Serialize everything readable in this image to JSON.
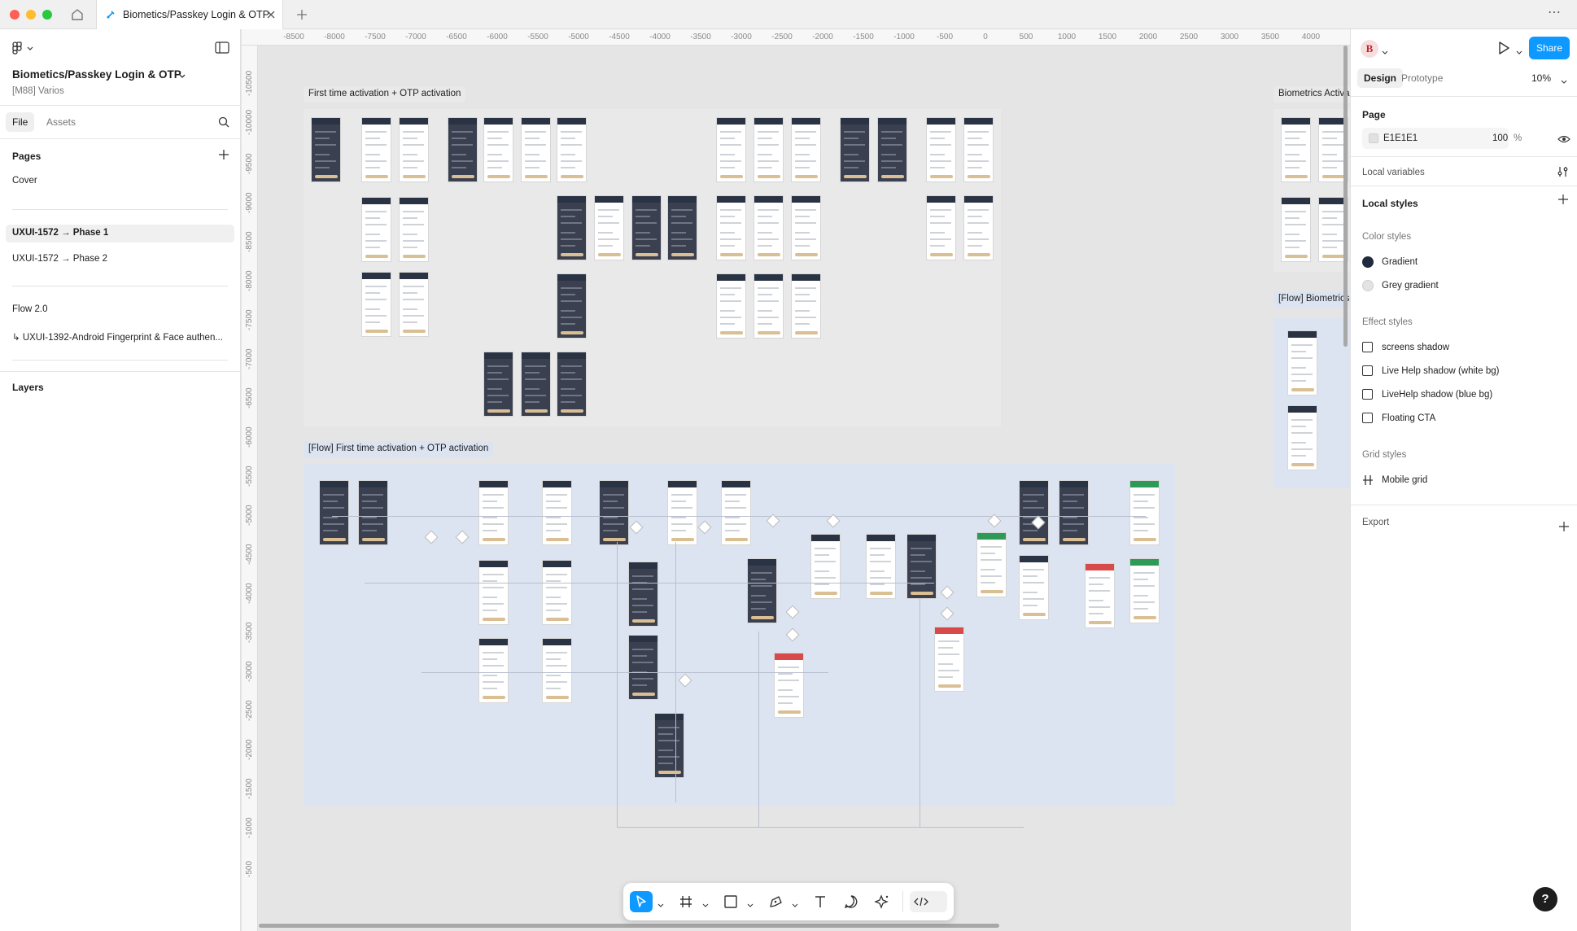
{
  "window": {
    "tab_title": "Biometics/Passkey Login & OTP",
    "more_menu": "⋯"
  },
  "left_panel": {
    "file_name": "Biometics/Passkey Login & OTP",
    "team": "[M88] Varios",
    "tabs": [
      "File",
      "Assets"
    ],
    "pages_title": "Pages",
    "pages": [
      "Cover",
      "UXUI-1572 → Phase 1",
      "UXUI-1572 → Phase 2",
      "Flow 2.0",
      "↳ UXUI-1392-Android Fingerprint & Face authen..."
    ],
    "layers_title": "Layers"
  },
  "ruler": {
    "top": [
      "-8500",
      "-8000",
      "-7500",
      "-7000",
      "-6500",
      "-6000",
      "-5500",
      "-5000",
      "-4500",
      "-4000",
      "-3500",
      "-3000",
      "-2500",
      "-2000",
      "-1500",
      "-1000",
      "-500",
      "0",
      "500",
      "1000",
      "1500",
      "2000",
      "2500",
      "3000",
      "3500",
      "4000"
    ],
    "left": [
      "-10500",
      "-10000",
      "-9500",
      "-9000",
      "-8500",
      "-8000",
      "-7500",
      "-7000",
      "-6500",
      "-6000",
      "-5500",
      "-5000",
      "-4500",
      "-4000",
      "-3500",
      "-3000",
      "-2500",
      "-2000",
      "-1500",
      "-1000",
      "-500"
    ]
  },
  "canvas": {
    "section_1": "First time activation + OTP activation",
    "section_2": "[Flow] First time activation + OTP activation",
    "section_3": "Biometrics Activa",
    "section_4": "[Flow] Biometrics",
    "colors": {
      "section_bg": "#E9E9E9",
      "flow_bg": "#DCE4F2",
      "screen_header": "#2A3344",
      "cta": "#D9BF93"
    }
  },
  "toolbar": {
    "tools": [
      "move",
      "frame",
      "rectangle",
      "pen",
      "text",
      "comment",
      "actions",
      "dev-mode"
    ]
  },
  "right_panel": {
    "avatar_letter": "B",
    "share_label": "Share",
    "tabs": [
      "Design",
      "Prototype"
    ],
    "zoom": "10%",
    "page_title": "Page",
    "page_color": "E1E1E1",
    "page_opacity": "100",
    "page_opacity_unit": "%",
    "local_variables": "Local variables",
    "local_styles": "Local styles",
    "color_styles_title": "Color styles",
    "color_styles": [
      {
        "name": "Gradient",
        "color": "#1F2A3C"
      },
      {
        "name": "Grey gradient",
        "color": "#E3E3E3"
      }
    ],
    "effect_styles_title": "Effect styles",
    "effect_styles": [
      "screens shadow",
      "Live Help shadow (white bg)",
      "LiveHelp shadow (blue bg)",
      "Floating CTA"
    ],
    "grid_styles_title": "Grid styles",
    "grid_styles": [
      "Mobile grid"
    ],
    "export_title": "Export",
    "help": "?"
  }
}
